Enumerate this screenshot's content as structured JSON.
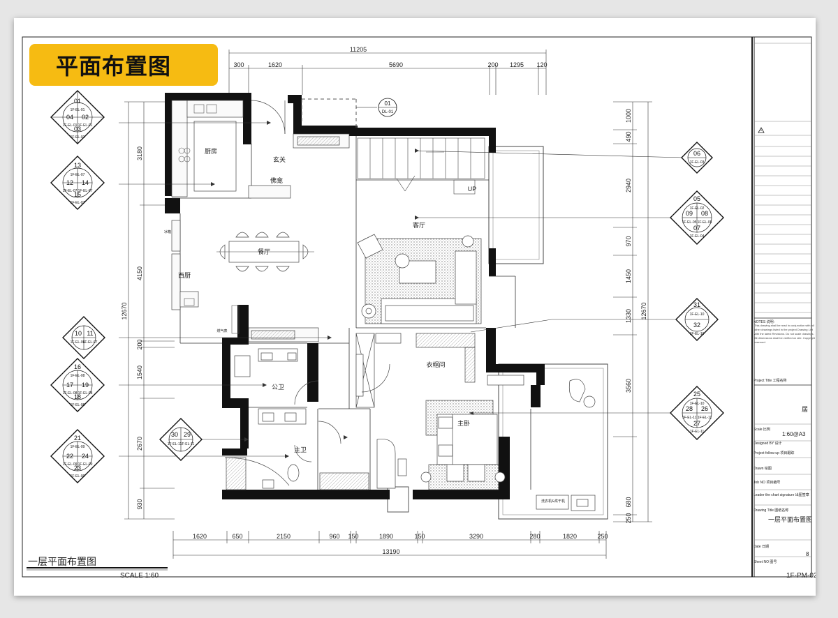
{
  "header": {
    "title": "平面布置图"
  },
  "footer": {
    "subtitle": "一层平面布置图",
    "scale": "SCALE  1:60"
  },
  "dims": {
    "top_total": "11205",
    "top_segments": [
      "300",
      "1620",
      "5690",
      "200",
      "1295",
      "120"
    ],
    "bottom_segments": [
      "1620",
      "650",
      "2150",
      "960",
      "150",
      "1890",
      "150",
      "3290",
      "280",
      "1820",
      "250"
    ],
    "bottom_total": "13190",
    "left_segments": [
      "3180",
      "4150",
      "200",
      "1540",
      "2670",
      "930"
    ],
    "left_total": "12670",
    "right_segments": [
      "1000",
      "490",
      "2940",
      "970",
      "1450",
      "1330",
      "3560",
      "680",
      "250"
    ],
    "right_total": "12670"
  },
  "rooms": {
    "kitchen": "厨房",
    "foyer": "玄关",
    "shrine": "佛龛",
    "dining": "餐厅",
    "western_kitchen": "西厨",
    "living": "客厅",
    "up": "UP",
    "closet": "衣帽间",
    "public_bath": "公卫",
    "master_bath": "主卫",
    "master_bedroom": "主卧",
    "fridge": "冰箱",
    "gas": "燃气表",
    "laundry": "洗衣机&烘干机"
  },
  "markers": {
    "m1": [
      "01",
      "04",
      "02",
      "03"
    ],
    "m1_codes": [
      "1F-EL-01",
      "1F-EL-01",
      "1F-EL-01",
      "1F-EL-01"
    ],
    "m2": [
      "13",
      "12",
      "14",
      "15"
    ],
    "m2_codes": [
      "1F-EL-07",
      "1F-EL-07",
      "1F-EL-07",
      "1F-EL-07"
    ],
    "m3": [
      "10",
      "11"
    ],
    "m3_codes": [
      "1F-EL-06",
      "1F-EL-07"
    ],
    "m4": [
      "16",
      "17",
      "19",
      "18"
    ],
    "m4_codes": [
      "1F-EL-08",
      "1F-EL-08",
      "1F-EL-08",
      "1F-EL-08"
    ],
    "m5": [
      "30",
      "29"
    ],
    "m5_codes": [
      "1F-EL-11",
      "1F-EL-11"
    ],
    "m6": [
      "21",
      "22",
      "24",
      "23"
    ],
    "m6_codes": [
      "1F-EL-09",
      "1F-EL-09",
      "1F-EL-09",
      "1F-EL-09"
    ],
    "m7": [
      "01"
    ],
    "m7_codes": [
      "DL-01"
    ],
    "m8": [
      "06"
    ],
    "m8_codes": [
      "1F-EL-03"
    ],
    "m9": [
      "05",
      "09",
      "08",
      "07"
    ],
    "m9_codes": [
      "1F-EL-02",
      "1F-EL-05",
      "1F-EL-05",
      "1F-EL-04"
    ],
    "m10": [
      "31",
      "32"
    ],
    "m10_codes": [
      "1F-EL-10",
      "1F-EL-10"
    ],
    "m11": [
      "25",
      "28",
      "26",
      "27"
    ],
    "m11_codes": [
      "1F-EL-10",
      "1F-EL-11",
      "1F-EL-11",
      "1F-EL-11"
    ]
  },
  "title_block": {
    "notes_label": "NOTES 说明:",
    "notes_text": "This drawing shall be read in conjunction with all other drawings listed in the project Drawing List with the latest Revisions. Do not scale drawings. All dimensions shall be verified on site. Copyright reserved.",
    "project_title_label": "Project Title 工程名称",
    "project_value": "居",
    "scale_label": "Scale 比例",
    "scale_value": "1:60@A3",
    "designed_label": "Designed BY 设计",
    "follow_label": "Project follow-up 项目跟踪",
    "drawn_label": "Drawn 绘图",
    "job_label": "Job NO 项目编号",
    "leader_label": "Leader the chart signature 出图签章",
    "drawing_title_label": "Drawing Title 图纸名称",
    "drawing_title_value": "一层平面布置图",
    "date_label": "Date 日期",
    "date_value": "8",
    "sheet_label": "Sheet NO 图号",
    "sheet_value": "1F-PM-02"
  }
}
